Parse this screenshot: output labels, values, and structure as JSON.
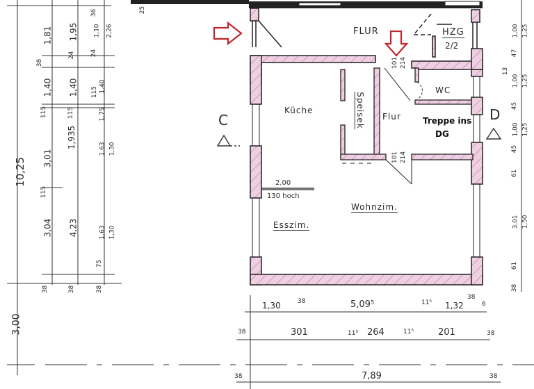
{
  "rooms": {
    "flur_top": "FLUR",
    "hzg": "HZG",
    "hzg_sub": "2/2",
    "wc": "WC",
    "kueche": "Küche",
    "speisek": "Speisek",
    "flur_inner": "Flur",
    "treppe_line1": "Treppe ins",
    "treppe_line2": "DG",
    "wohnzim": "Wohnzim.",
    "esszim": "Esszim."
  },
  "annotations": {
    "window_width": "2,00",
    "window_height": "130 hoch",
    "door_top_num": "101",
    "door_top_den": "214",
    "door_bottom_num": "101",
    "door_bottom_den": "214",
    "section_c": "C",
    "section_d": "D",
    "top_left_small": "25"
  },
  "arrows": {
    "entrance_arrow_color": "#c0262d",
    "door_arrow_color": "#c0262d"
  },
  "colors": {
    "wall_fill": "#efd0e2",
    "wall_hatch": "#b9789c",
    "wall_outline": "#222222",
    "line": "#333333"
  },
  "left_dims": {
    "overall": "10,25",
    "overall_lower": "3,00",
    "col1": [
      "1,81",
      "38",
      "1,40",
      "115",
      "3,01",
      "115",
      "3,04",
      "38"
    ],
    "col2": [
      "1,95",
      "24",
      "1,40",
      "115",
      "1,935",
      "4,23",
      "38"
    ],
    "col3": [
      "36",
      "1,10",
      "2,26",
      "24",
      "1,40",
      "115",
      "1,75",
      "1,63",
      "1,30",
      "1,63",
      "1,30",
      "75",
      "38"
    ]
  },
  "right_dims": {
    "values": [
      "1,00",
      "1,25",
      "47",
      "13",
      "1,00",
      "1,25",
      "45",
      "1,00",
      "1,25",
      "45",
      "61",
      "3,01",
      "1,50",
      "61",
      "38"
    ]
  },
  "bottom_dims": {
    "row1": [
      "1,30",
      "38",
      "5,09⁵",
      "11⁵",
      "1,32",
      "38",
      "6"
    ],
    "row2": [
      "38",
      "301",
      "11⁵",
      "264",
      "11⁵",
      "201",
      "38"
    ],
    "row3": [
      "38",
      "7,89",
      "38"
    ]
  }
}
